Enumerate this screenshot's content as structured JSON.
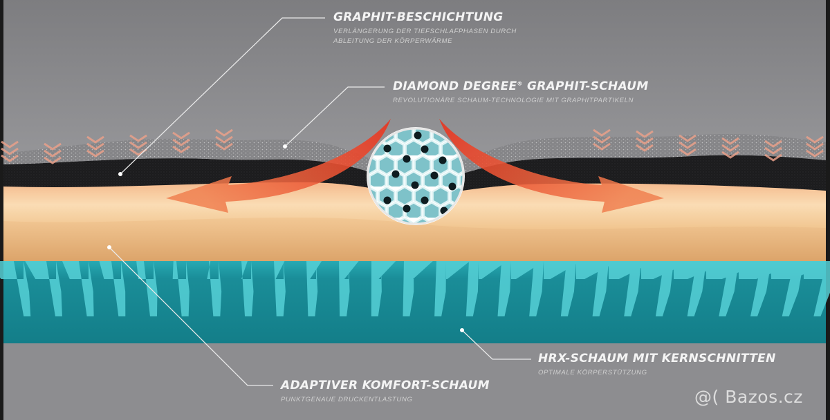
{
  "labels": {
    "graphite_coating": {
      "title": "GRAPHIT-BESCHICHTUNG",
      "subtitle_line1": "VERLÄNGERUNG DER TIEFSCHLAFPHASEN DURCH",
      "subtitle_line2": "ABLEITUNG DER KÖRPERWÄRME"
    },
    "diamond_degree": {
      "title_main": "DIAMOND DEGREE",
      "title_mark": "®",
      "title_rest": " GRAPHIT-SCHAUM",
      "subtitle": "REVOLUTIONÄRE SCHAUM-TECHNOLOGIE MIT GRAPHITPARTIKELN"
    },
    "adaptive_comfort": {
      "title": "ADAPTIVER KOMFORT-SCHAUM",
      "subtitle": "PUNKTGENAUE DRUCKENTLASTUNG"
    },
    "hrx_foam": {
      "title": "HRX-SCHAUM MIT KERNSCHNITTEN",
      "subtitle": "OPTIMALE KÖRPERSTÜTZUNG"
    }
  },
  "watermark": "@( Bazos.cz",
  "colors": {
    "background": "#8e8e90",
    "graphite_layer": "#1c1c1e",
    "comfort_foam": "#efbd8c",
    "hrx_foam": "#1a8c97",
    "heat_arrow": "#e8503a"
  }
}
